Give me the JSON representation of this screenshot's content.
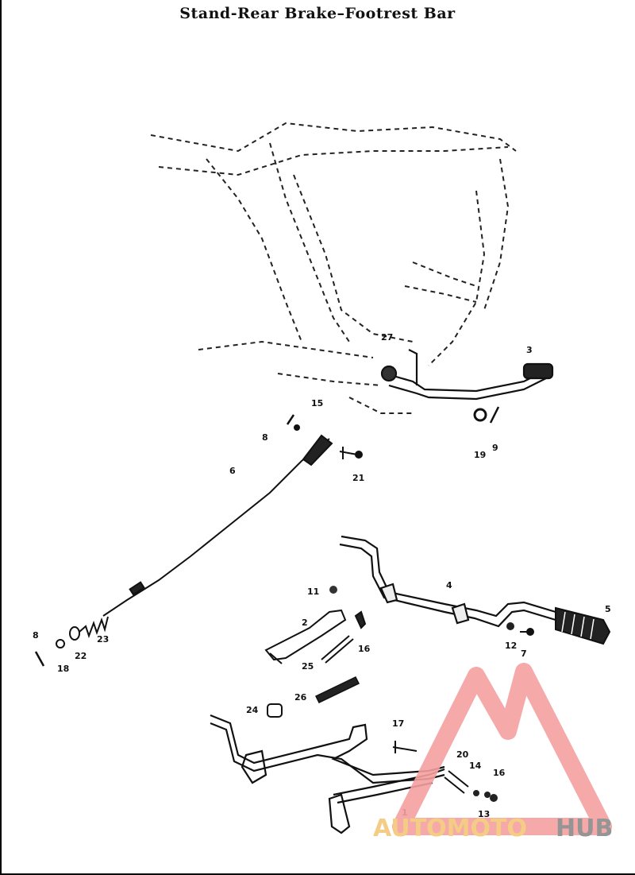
{
  "title": "Stand-Rear Brake–Footrest Bar",
  "callouts": [
    {
      "id": "c27",
      "text": "27"
    },
    {
      "id": "c3",
      "text": "3"
    },
    {
      "id": "c15",
      "text": "15"
    },
    {
      "id": "c8a",
      "text": "8"
    },
    {
      "id": "c6",
      "text": "6"
    },
    {
      "id": "c19",
      "text": "19"
    },
    {
      "id": "c9",
      "text": "9"
    },
    {
      "id": "c21",
      "text": "21"
    },
    {
      "id": "c4",
      "text": "4"
    },
    {
      "id": "c5",
      "text": "5"
    },
    {
      "id": "c11",
      "text": "11"
    },
    {
      "id": "c2",
      "text": "2"
    },
    {
      "id": "c16a",
      "text": "16"
    },
    {
      "id": "c25",
      "text": "25"
    },
    {
      "id": "c12",
      "text": "12"
    },
    {
      "id": "c7",
      "text": "7"
    },
    {
      "id": "c8b",
      "text": "8"
    },
    {
      "id": "c22",
      "text": "22"
    },
    {
      "id": "c23",
      "text": "23"
    },
    {
      "id": "c18",
      "text": "18"
    },
    {
      "id": "c26",
      "text": "26"
    },
    {
      "id": "c24",
      "text": "24"
    },
    {
      "id": "c17",
      "text": "17"
    },
    {
      "id": "c20",
      "text": "20"
    },
    {
      "id": "c14",
      "text": "14"
    },
    {
      "id": "c16b",
      "text": "16"
    },
    {
      "id": "c13",
      "text": "13"
    },
    {
      "id": "c1",
      "text": "1"
    }
  ],
  "watermark": {
    "part1": "AUTOMOTO",
    "part2": "HUB",
    "color_light": "#f5a0a0",
    "color_gold": "#f3c77a",
    "color_gray": "#8a8a8a"
  }
}
